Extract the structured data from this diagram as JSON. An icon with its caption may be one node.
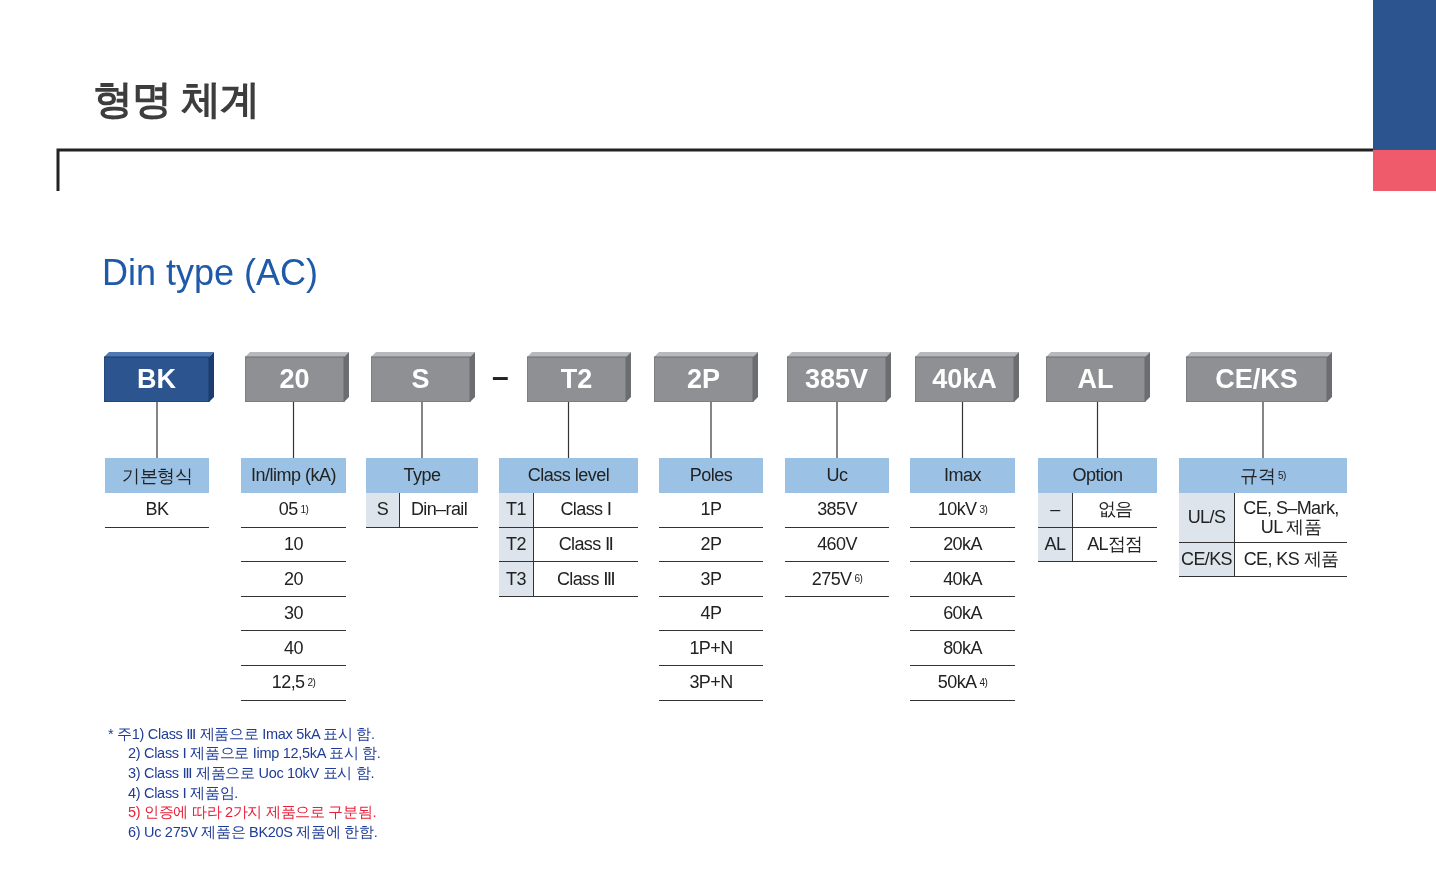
{
  "diagram": {
    "title": "형명 체계",
    "nodes": [
      {
        "text": [
          "BK"
        ]
      },
      {
        "text": [
          "20"
        ]
      },
      {
        "text": [
          "S"
        ]
      },
      {
        "text": [
          "T2"
        ]
      },
      {
        "text": [
          "2P"
        ]
      },
      {
        "text": [
          "385V"
        ]
      },
      {
        "text": [
          "40kA"
        ]
      },
      {
        "text": [
          "AL"
        ]
      },
      {
        "text": [
          "CE/KS"
        ]
      },
      {
        "text": [
          "기본형식"
        ]
      },
      {
        "text": [
          "In/limp (kA)"
        ]
      },
      {
        "text": [
          "Type"
        ]
      },
      {
        "text": [
          "Class level"
        ]
      },
      {
        "text": [
          "Poles"
        ]
      },
      {
        "text": [
          "Uc"
        ]
      },
      {
        "text": [
          "Imax"
        ]
      },
      {
        "text": [
          "Option"
        ]
      },
      {
        "text": [
          "규격$^{5)}$"
        ]
      }
    ],
    "edges": [
      {
        "from": 0,
        "to": 9,
        "arrow": "none"
      },
      {
        "from": 1,
        "to": 10,
        "arrow": "none"
      },
      {
        "from": 2,
        "to": 11,
        "arrow": "none"
      },
      {
        "from": 3,
        "to": 12,
        "arrow": "none"
      },
      {
        "from": 4,
        "to": 13,
        "arrow": "none"
      },
      {
        "from": 5,
        "to": 14,
        "arrow": "none"
      },
      {
        "from": 6,
        "to": 15,
        "arrow": "none"
      },
      {
        "from": 7,
        "to": 16,
        "arrow": "none"
      },
      {
        "from": 8,
        "to": 17,
        "arrow": "none"
      }
    ],
    "labels": [
      "Din type (AC)",
      "–",
      "BK",
      "05$^{1)}$",
      "10",
      "20",
      "30",
      "40",
      "12,5$^{2)}$",
      "S",
      "Din–rail",
      "T1",
      "Class Ⅰ",
      "T2",
      "Class Ⅱ",
      "T3",
      "Class Ⅲ",
      "1P",
      "2P",
      "3P",
      "4P",
      "1P+N",
      "3P+N",
      "385V",
      "460V",
      "275V$^{6)}$",
      "10kV$^{3)}$",
      "20kA",
      "40kA",
      "60kA",
      "80kA",
      "50kA$^{4)}$",
      "–",
      "없음",
      "AL",
      "AL접점",
      "UL/S",
      "CE, S–Mark, UL 제품",
      "CE/KS",
      "CE, KS 제품",
      "* 주1) Class Ⅲ 제품으로 Imax 5kA 표시 함.",
      "2) Class Ⅰ 제품으로 Iimp 12,5kA 표시 함.",
      "3) Class Ⅲ 제품으로 Uoc 10kV 표시 함.",
      "4) Class Ⅰ 제품임.",
      "5) 인증에 따라 2가지 제품으로 구분됨.",
      "6) Uc 275V 제품은 BK20S 제품에 한함."
    ]
  }
}
